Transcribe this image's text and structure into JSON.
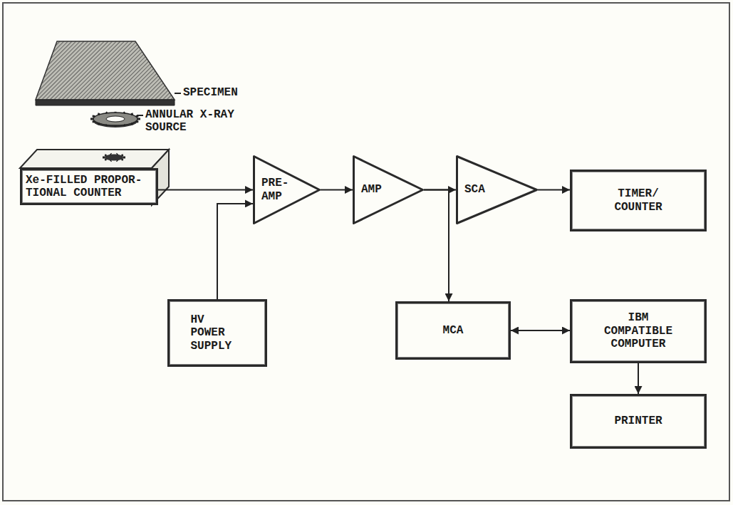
{
  "diagram": {
    "nodes": [
      {
        "text": [
          "Xe-FILLED PROPOR- TIONAL COUNTER"
        ]
      },
      {
        "text": [
          "PRE- AMP"
        ]
      },
      {
        "text": [
          "AMP"
        ]
      },
      {
        "text": [
          "SCA"
        ]
      },
      {
        "text": [
          "TIMER/ COUNTER"
        ]
      },
      {
        "text": [
          "HV POWER SUPPLY"
        ]
      },
      {
        "text": [
          "MCA"
        ]
      },
      {
        "text": [
          "IBM COMPATIBLE COMPUTER"
        ]
      },
      {
        "text": [
          "PRINTER"
        ]
      }
    ],
    "edges": [
      {
        "from": 0,
        "to": 1,
        "arrow": "to"
      },
      {
        "from": 5,
        "to": 1,
        "arrow": "to"
      },
      {
        "from": 1,
        "to": 2,
        "arrow": "to"
      },
      {
        "from": 2,
        "to": 3,
        "arrow": "to"
      },
      {
        "from": 3,
        "to": 4,
        "arrow": "to"
      },
      {
        "from": 2,
        "to": 6,
        "arrow": "to"
      },
      {
        "from": 6,
        "to": 7,
        "arrow": "both"
      },
      {
        "from": 7,
        "to": 8,
        "arrow": "to"
      }
    ],
    "labels": [
      "SPECIMEN",
      "ANNULAR X-RAY SOURCE"
    ]
  }
}
